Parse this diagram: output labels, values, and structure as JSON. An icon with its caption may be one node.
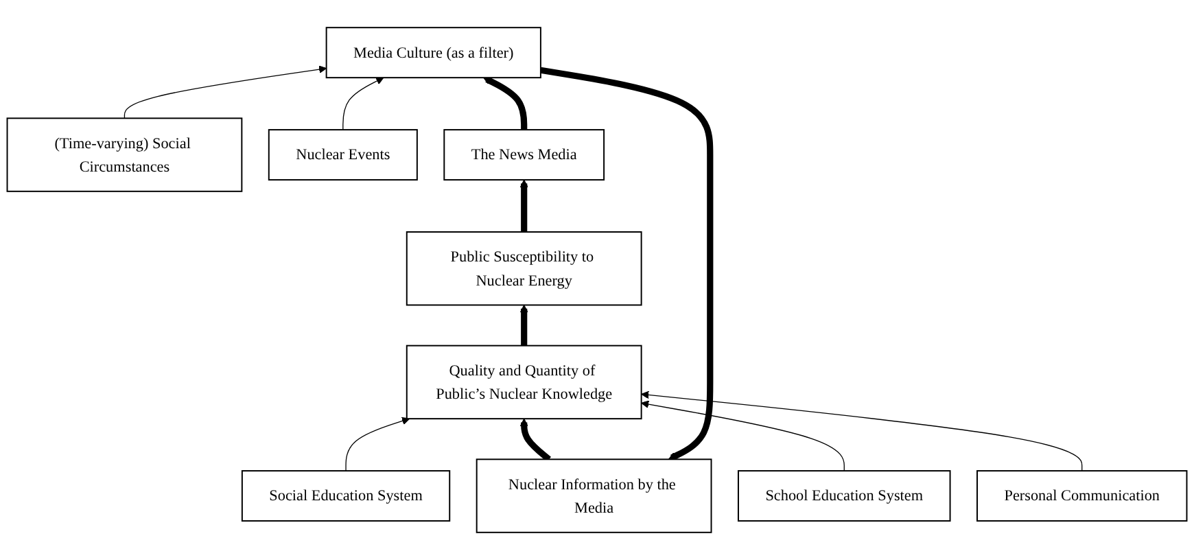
{
  "diagram": {
    "nodes": [
      {
        "text": [
          "Nuclear Information by the Media"
        ]
      },
      {
        "text": [
          "Media Culture (as a filter)"
        ]
      },
      {
        "text": [
          "(Time-varying) Social Circumstances"
        ]
      },
      {
        "text": [
          "Social Education System"
        ]
      },
      {
        "text": [
          "Nuclear Events"
        ]
      },
      {
        "text": [
          "School Education System"
        ]
      },
      {
        "text": [
          "Quality and Quantity of Public’s Nuclear Knowledge"
        ]
      },
      {
        "text": [
          "The News Media"
        ]
      },
      {
        "text": [
          "Personal Communication"
        ]
      },
      {
        "text": [
          "Public Susceptibility to Nuclear Energy"
        ]
      }
    ],
    "edges": [
      {
        "from": 1,
        "to": 0,
        "arrow": "to",
        "style": "thick"
      },
      {
        "from": 2,
        "to": 1,
        "arrow": "to"
      },
      {
        "from": 4,
        "to": 1,
        "arrow": "to"
      },
      {
        "from": 0,
        "to": 6,
        "arrow": "to",
        "style": "thick"
      },
      {
        "from": 3,
        "to": 6,
        "arrow": "to"
      },
      {
        "from": 5,
        "to": 6,
        "arrow": "to"
      },
      {
        "from": 8,
        "to": 6,
        "arrow": "to"
      },
      {
        "from": 6,
        "to": 9,
        "arrow": "to",
        "style": "thick"
      },
      {
        "from": 9,
        "to": 7,
        "arrow": "to",
        "style": "thick"
      },
      {
        "from": 7,
        "to": 1,
        "arrow": "to",
        "style": "thick"
      }
    ]
  }
}
